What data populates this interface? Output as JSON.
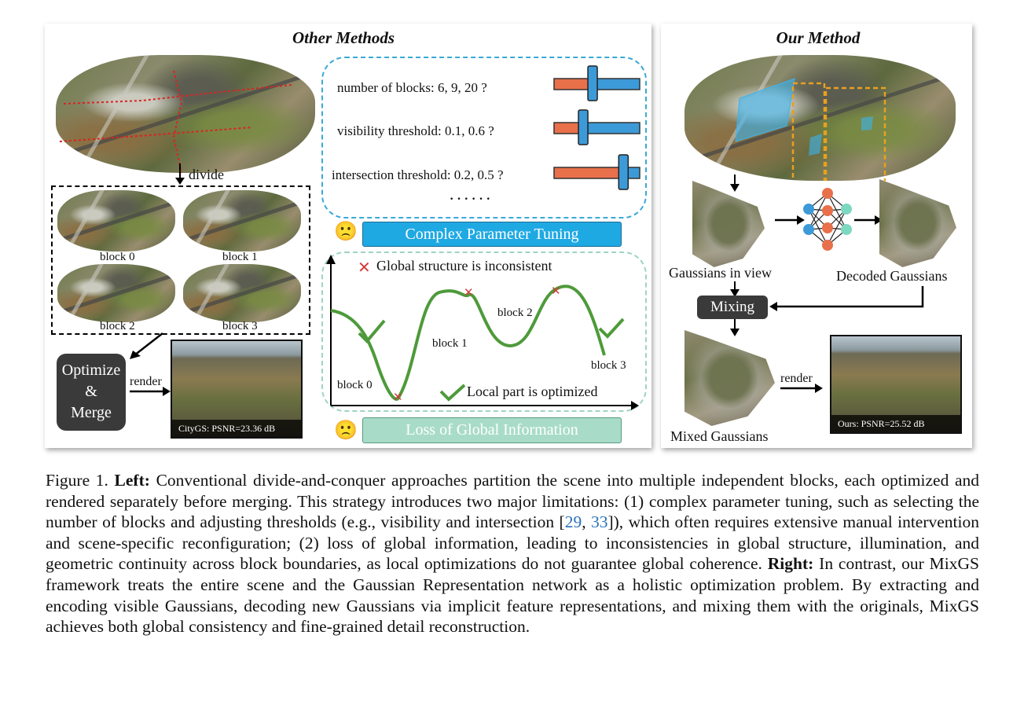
{
  "left_panel": {
    "title": "Other Methods",
    "divide_label": "divide",
    "blocks": [
      "block 0",
      "block 1",
      "block 2",
      "block 3"
    ],
    "merge_label": [
      "Optimize",
      "&",
      "Merge"
    ],
    "render_label": "render",
    "citygs_caption": "CityGS: PSNR=23.36 dB",
    "params": [
      {
        "label": "number of blocks: 6, 9, 20 ?",
        "level": 0.45
      },
      {
        "label": "visibility threshold: 0.1, 0.6 ?",
        "level": 0.34
      },
      {
        "label": "intersection threshold: 0.2, 0.5 ?",
        "level": 0.81
      }
    ],
    "ellipsis": "· · · · · ·",
    "tuning_emoji": "🙁",
    "tuning_label": "Complex Parameter Tuning",
    "loss_title": "Global structure is inconsistent",
    "loss_curve_labels": [
      "block 0",
      "block 1",
      "block 2",
      "block 3"
    ],
    "local_optimized": "Local part is optimized",
    "loss_emoji": "🙁",
    "loss_label": "Loss of Global Information",
    "cross_mark": "✕",
    "check_mark": "✔",
    "colors": {
      "orange": "#e8704a",
      "blue": "#3d9ad8",
      "teal": "#a8dcc8",
      "green": "#4a9a3a"
    }
  },
  "right_panel": {
    "title": "Our Method",
    "gaussians_in_view": "Gaussians in view",
    "decoded_gaussians": "Decoded Gaussians",
    "mixing_label": "Mixing",
    "mixed_gaussians": "Mixed Gaussians",
    "render_label": "render",
    "ours_caption": "Ours: PSNR=25.52 dB"
  },
  "caption": {
    "figure_label": "Figure 1.",
    "left_heading": "Left:",
    "left_text_1": "Conventional divide-and-conquer approaches partition the scene into multiple independent blocks, each optimized and rendered separately before merging. This strategy introduces two major limitations: (1) complex parameter tuning, such as selecting the number of blocks and adjusting thresholds (e.g., visibility and intersection [",
    "cite_1": "29",
    "cite_sep": ", ",
    "cite_2": "33",
    "left_text_2": "]), which often requires extensive manual intervention and scene-specific reconfiguration; (2) loss of global information, leading to inconsistencies in global structure, illumination, and geometric continuity across block boundaries, as local optimizations do not guarantee global coherence.",
    "right_heading": "Right:",
    "right_text": "In contrast, our MixGS framework treats the entire scene and the Gaussian Representation network as a holistic optimization problem. By extracting and encoding visible Gaussians, decoding new Gaussians via implicit feature representations, and mixing them with the originals, MixGS achieves both global consistency and fine-grained detail reconstruction."
  }
}
